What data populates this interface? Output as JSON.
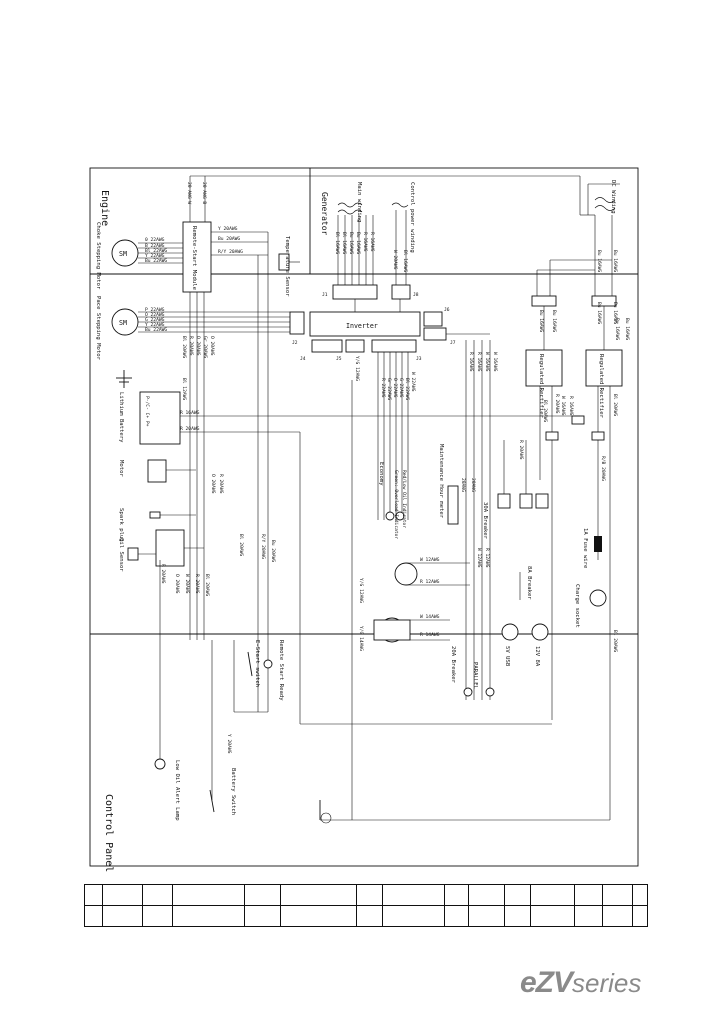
{
  "document": {
    "brand_logo": {
      "part1": "eZV",
      "part2": "series"
    }
  },
  "labels": {
    "engine": "Engine",
    "control_panel": "Control Panel",
    "generator": "Generator",
    "choke_motor": "Choke Stepping Motor",
    "pace_motor": "Pace Stepping Motor",
    "remote_start_module": "Remote-Start Module",
    "temperature_sensor": "Temperature Sensor",
    "main_winding": "Main winding",
    "control_power_winding": "Control power winding",
    "dc_winding": "DC Winding",
    "inverter": "Inverter",
    "lithium_battery": "Lithium Battery",
    "motor": "Motor",
    "spark_plug": "Spark plug",
    "oil_sensor": "Oil Sensor",
    "regulated_rectifier_1": "Regulated Rectifier",
    "regulated_rectifier_2": "Regulated Rectifier",
    "maintenance_hour_meter": "Maintenance Hour meter",
    "economy": "Economy",
    "breaker_30a": "30A Breaker",
    "breaker_8a": "8A Breaker",
    "breaker_20a": "20A Breaker",
    "fuse_wire": "1A Fuse wire",
    "charge_socket": "Charge socket",
    "usb_5v": "5V USB",
    "dc_12v_8a": "12V 8A",
    "parallel": "PARALLEL",
    "estart_switch": "E-Start switch",
    "remote_start_ready": "Remote Start Ready",
    "battery_switch": "Battery Switch",
    "low_oil_alert": "Low Oil Alert Lamp",
    "battery_pins": "P-/C- C+ P+",
    "economy_detail_1": "Green: Overload Indicator",
    "economy_detail_2": "Red/Low Oil Indicator"
  },
  "connectors": [
    "J1",
    "J2",
    "J3",
    "J4",
    "J5",
    "J6",
    "J7",
    "J8"
  ],
  "wire_labels": {
    "choke": [
      "0 22AWG",
      "B 22AWG",
      "Bl 22AWG",
      "Y 22AWG",
      "Bu 22AWG"
    ],
    "pace": [
      "P 22AWG",
      "O 22AWG",
      "G 22AWG",
      "Y 22AWG",
      "Bu 22AWG"
    ],
    "top_engine": [
      "20 AWG W",
      "20 AWG B"
    ],
    "remote": [
      "Y 20AWG",
      "Bu 20AWG",
      "R/Y 20AWG"
    ],
    "main_winding": [
      "Bl 16AWG",
      "Bl 16AWG",
      "Bu 16AWG",
      "Bu 16AWG",
      "R 16AWG",
      "R 16AWG"
    ],
    "control_winding": [
      "W 20AWG",
      "Bl 16AWG"
    ],
    "dc_winding": [
      "Bu 16AWG",
      "Bu 16AWG",
      "Bu 16AWG",
      "Bu 16AWG"
    ],
    "inverter_lower": [
      "Bl 20AWG",
      "R 20AWG",
      "O 20AWG",
      "Gr 20AWG",
      "O 20AWG",
      "Bl 20AWG"
    ],
    "j3": [
      "W 22AWG",
      "Bl 22AWG",
      "G 22AWG",
      "O 22AWG",
      "Gr 22AWG",
      "R 22AWG",
      "Y/G 12AWG"
    ],
    "j7": [
      "R 16AWG",
      "R 16AWG",
      "W 16AWG",
      "W 16AWG"
    ],
    "battery": [
      "Bl 12AWG",
      "R 16AWG",
      "R 20AWG"
    ],
    "rectifier1": [
      "Bu 16AWG",
      "Bu 16AWG"
    ],
    "rectifier2": [
      "Bu 16AWG",
      "Bu 16AWG"
    ],
    "right_side": [
      "R 20AWG",
      "Bl 20AWG",
      "R/B 20AWG",
      "Bl 20AWG",
      "R 16AWG",
      "W 16AWG",
      "R 20AWG",
      "Bl 20AWG"
    ],
    "misc": [
      "R 20AWG",
      "O 20AWG",
      "Bu 20AWG",
      "R/Y 20AWG",
      "Bl 20AWG",
      "R 20AWG",
      "O 20AWG",
      "W 20AWG",
      "R 20AWG",
      "Bl 20AWG",
      "Y 20AWG",
      "W 12AWG",
      "R 12AWG",
      "W 12AWG",
      "R 12AWG",
      "W 14AWG",
      "R 14AWG",
      "Y/G 12AWG",
      "Y/G 14AWG",
      "20AWG",
      "20AWG"
    ]
  },
  "title_block": {
    "rows": 2,
    "columns": 15,
    "cells": [
      [
        "",
        "",
        "",
        "",
        "",
        "",
        "",
        "",
        "",
        "",
        "",
        "",
        "",
        "",
        ""
      ],
      [
        "",
        "",
        "",
        "",
        "",
        "",
        "",
        "",
        "",
        "",
        "",
        "",
        "",
        "",
        ""
      ]
    ]
  }
}
